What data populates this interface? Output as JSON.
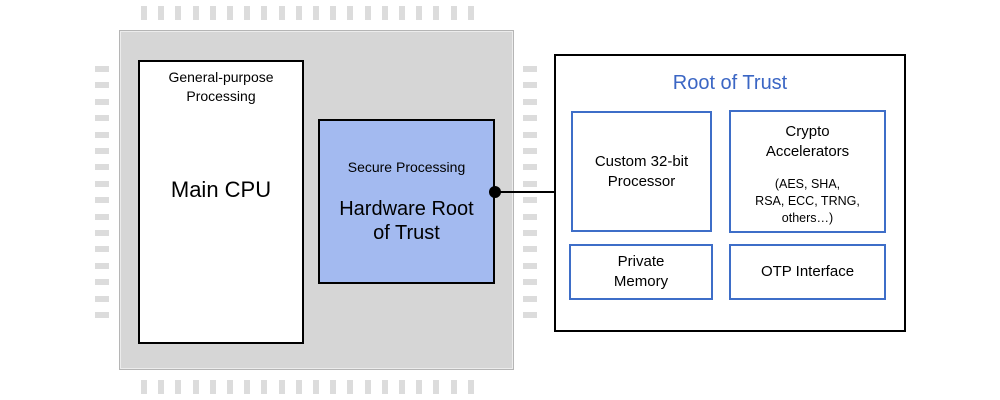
{
  "diagram": {
    "chip": {
      "main_cpu": {
        "caption": "General-purpose Processing",
        "caption_lines": [
          "General-purpose",
          "Processing"
        ],
        "title": "Main CPU"
      },
      "hardware_root_of_trust": {
        "caption": "Secure Processing",
        "title_lines": [
          "Hardware Root",
          "of Trust"
        ],
        "fill_color": "#a3baf0"
      },
      "pins": {
        "top_count": 20,
        "bottom_count": 20,
        "left_count": 16,
        "right_count": 16,
        "color": "#dcdcdc"
      },
      "package_color": "#d6d6d6"
    },
    "root_of_trust": {
      "title": "Root of Trust",
      "title_color": "#3b66c4",
      "block_border_color": "#3e6ec8",
      "blocks": [
        {
          "id": "processor",
          "lines": [
            "Custom 32-bit",
            "Processor"
          ]
        },
        {
          "id": "crypto",
          "lines": [
            "Crypto",
            "Accelerators"
          ],
          "detail_lines": [
            "(AES, SHA,",
            "RSA, ECC, TRNG,",
            "others…)"
          ]
        },
        {
          "id": "memory",
          "lines": [
            "Private",
            "Memory"
          ]
        },
        {
          "id": "otp",
          "lines": [
            "OTP Interface"
          ]
        }
      ]
    },
    "connection": {
      "from": "Hardware Root of Trust",
      "to": "Root of Trust"
    }
  }
}
